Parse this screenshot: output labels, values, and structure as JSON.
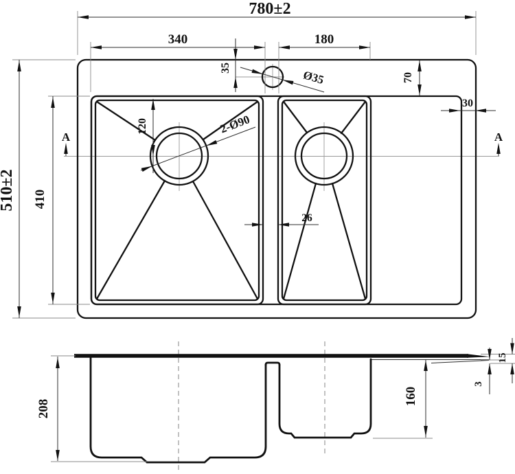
{
  "drawing": {
    "title": "double-bowl kitchen sink dimensioned drawing",
    "dims": {
      "overall_width": "780±2",
      "overall_depth": "510±2",
      "left_bowl_width": "340",
      "right_bowl_width": "180",
      "faucet_center_offset": "35",
      "faucet_hole_diameter": "Ø35",
      "deck_top_margin": "70",
      "deck_right_margin": "30",
      "drain_center_offset": "120",
      "drain_holes_note": "2-Ø90",
      "bowl_inner_depth_plan": "410",
      "divider_width": "26",
      "section_marker_left": "A",
      "section_marker_right": "A",
      "overall_height": "208",
      "right_bowl_depth": "160",
      "rim_height": "15",
      "rim_lip": "3"
    }
  }
}
